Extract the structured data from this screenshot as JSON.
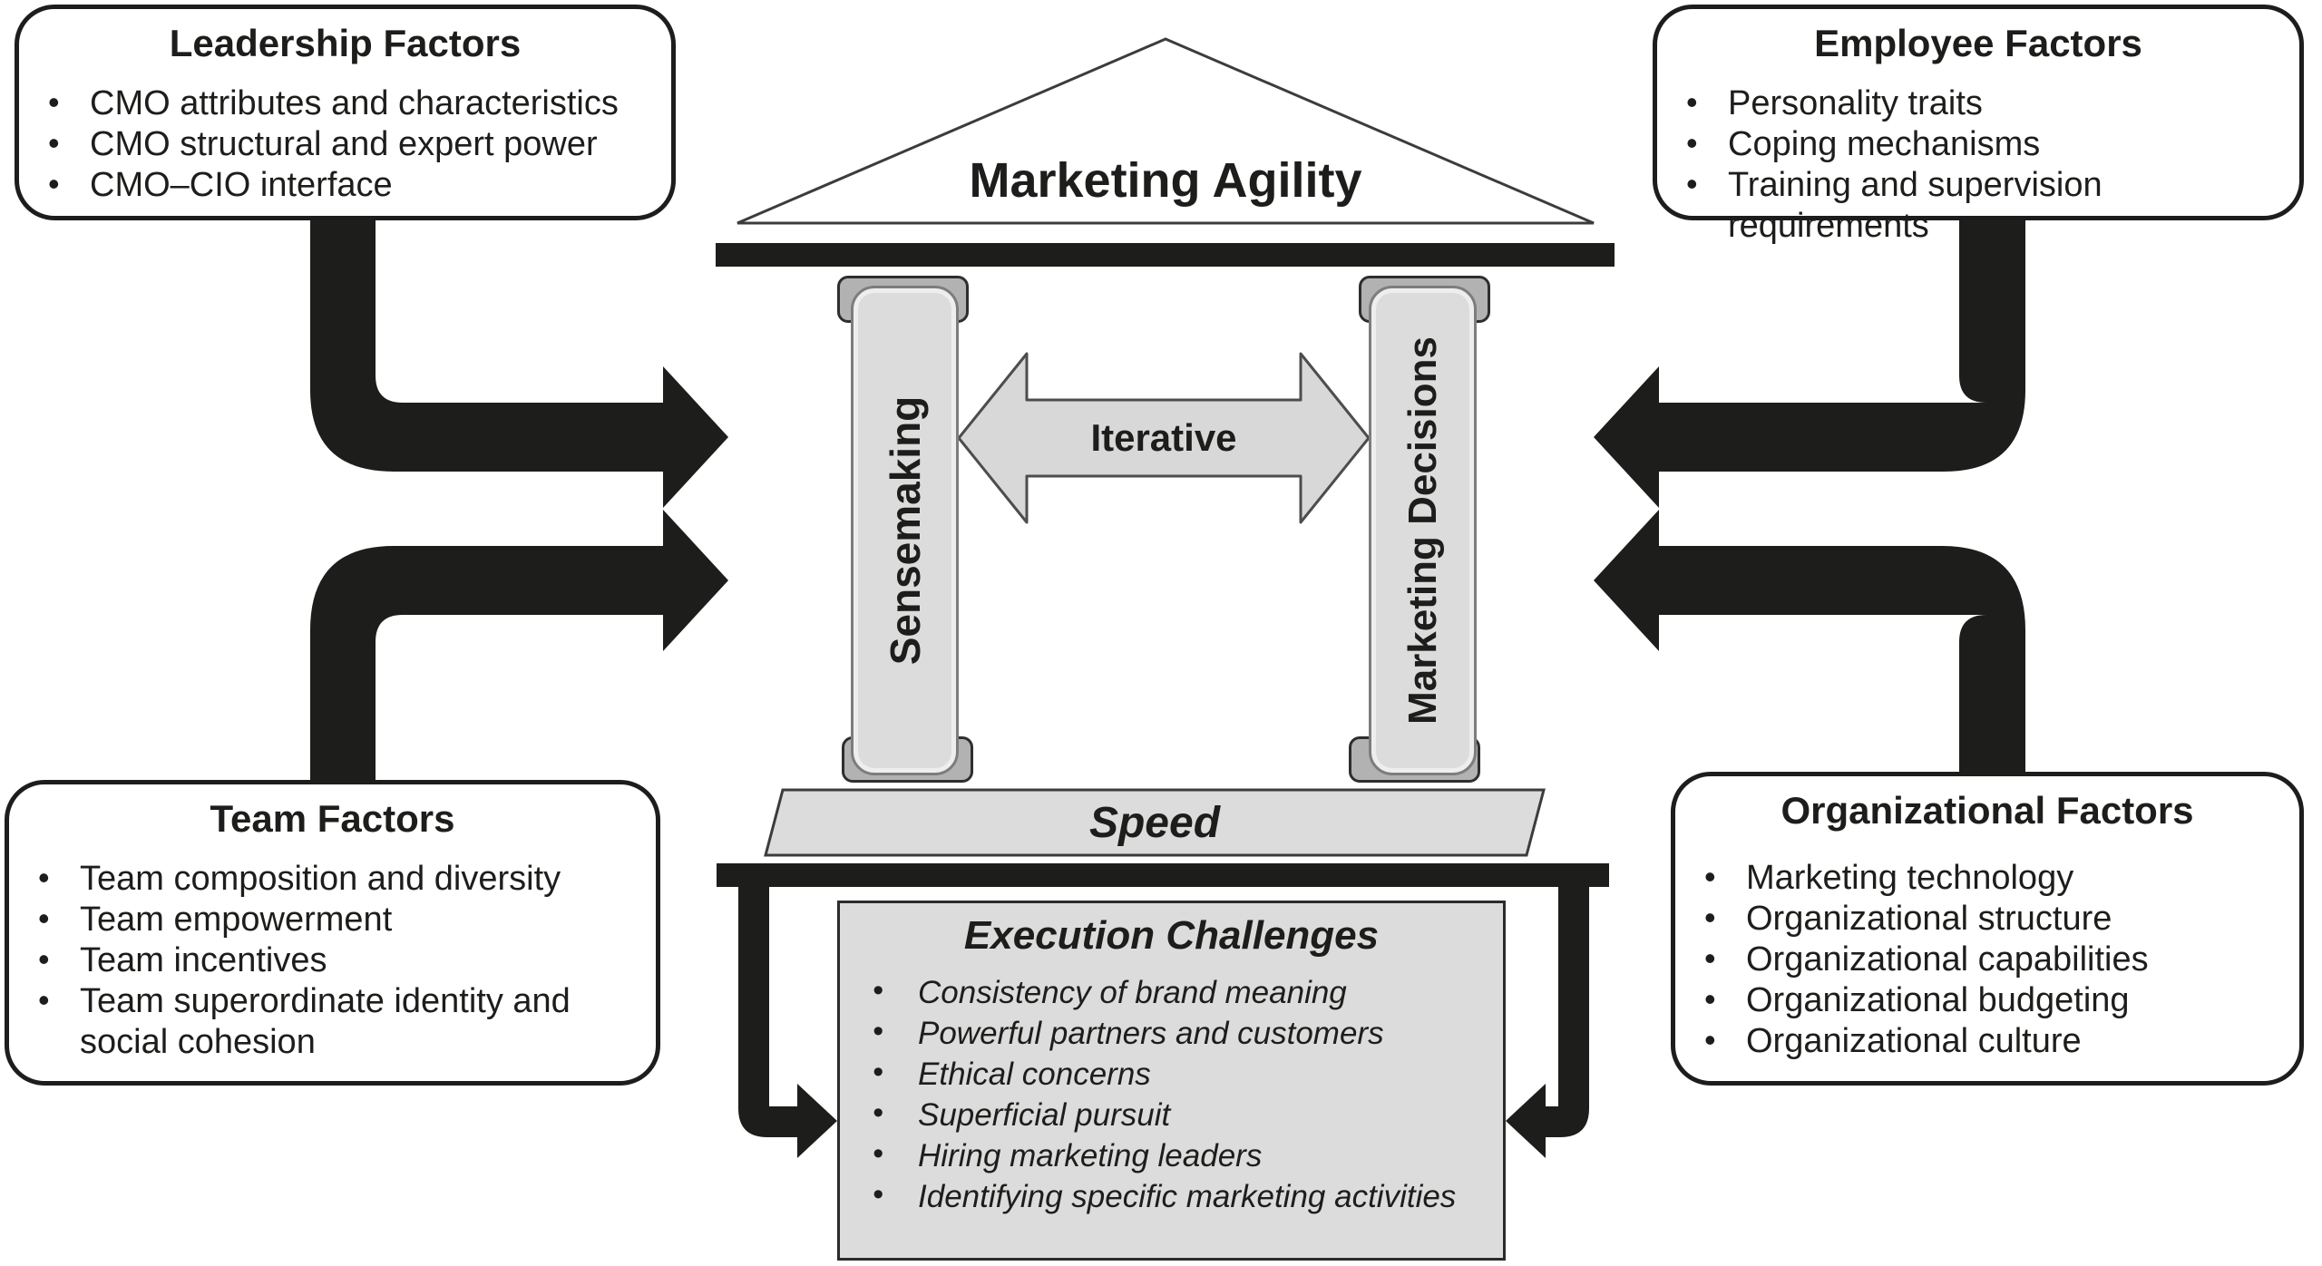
{
  "diagram": {
    "roof": {
      "label": "Marketing Agility"
    },
    "pillars": {
      "left": "Sensemaking",
      "right": "Marketing Decisions"
    },
    "iterative_label": "Iterative",
    "speed_label": "Speed",
    "execution_challenges": {
      "title": "Execution Challenges",
      "items": [
        "Consistency of brand meaning",
        "Powerful partners and customers",
        "Ethical concerns",
        "Superficial pursuit",
        "Hiring marketing leaders",
        "Identifying specific marketing activities"
      ]
    },
    "factor_boxes": {
      "leadership": {
        "title": "Leadership Factors",
        "items": [
          "CMO attributes and characteristics",
          "CMO structural and expert power",
          "CMO–CIO interface"
        ]
      },
      "employee": {
        "title": "Employee Factors",
        "items": [
          "Personality traits",
          "Coping mechanisms",
          "Training and supervision requirements"
        ]
      },
      "team": {
        "title": "Team Factors",
        "items": [
          "Team composition and diversity",
          "Team empowerment",
          "Team incentives",
          "Team superordinate identity and social cohesion"
        ]
      },
      "organizational": {
        "title": "Organizational Factors",
        "items": [
          "Marketing technology",
          "Organizational structure",
          "Organizational capabilities",
          "Organizational budgeting",
          "Organizational culture"
        ]
      }
    },
    "colors": {
      "ink": "#1d1d1b",
      "panel_gray": "#dcdcdc",
      "cap_gray": "#b2b2b2",
      "arrow_gray": "#d8d8d8"
    }
  }
}
